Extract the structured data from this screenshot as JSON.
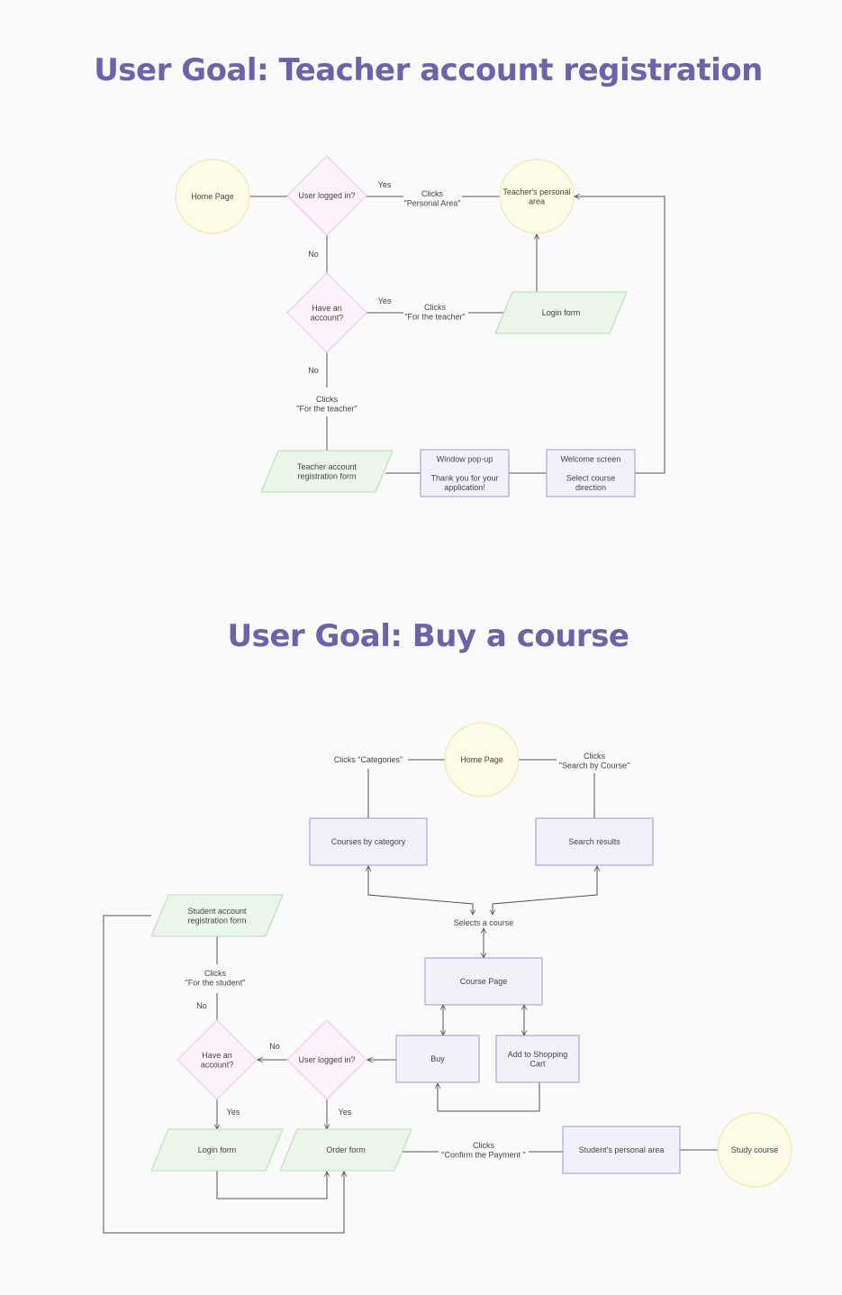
{
  "sections": [
    {
      "title": "User Goal: Teacher account registration"
    },
    {
      "title": "User Goal: Buy a course"
    }
  ],
  "diagram": {
    "nodes": [
      {
        "id": "t_home",
        "shape": "circle",
        "lines": [
          "Home Page"
        ]
      },
      {
        "id": "t_logged",
        "shape": "diamond",
        "lines": [
          "User logged in?"
        ]
      },
      {
        "id": "t_area",
        "shape": "circle",
        "lines": [
          "Teacher's personal",
          "area"
        ]
      },
      {
        "id": "t_have",
        "shape": "diamond",
        "lines": [
          "Have an",
          "account?"
        ]
      },
      {
        "id": "t_login",
        "shape": "parallelogram",
        "lines": [
          "Login form"
        ]
      },
      {
        "id": "t_regform",
        "shape": "parallelogram",
        "lines": [
          "Teacher account",
          "registration form"
        ]
      },
      {
        "id": "t_popup",
        "shape": "rect",
        "lines": [
          "Window pop-up",
          "",
          "Thank you for your",
          "application!"
        ]
      },
      {
        "id": "t_welcome",
        "shape": "rect",
        "lines": [
          "Welcome screen",
          "",
          "Select course",
          "direction"
        ]
      },
      {
        "id": "b_home",
        "shape": "circle",
        "lines": [
          "Home Page"
        ]
      },
      {
        "id": "b_bycat",
        "shape": "rect",
        "lines": [
          "Courses by category"
        ]
      },
      {
        "id": "b_search",
        "shape": "rect",
        "lines": [
          "Search results"
        ]
      },
      {
        "id": "b_coursepage",
        "shape": "rect",
        "lines": [
          "Course Page"
        ]
      },
      {
        "id": "b_buy",
        "shape": "rect",
        "lines": [
          "Buy"
        ]
      },
      {
        "id": "b_cart",
        "shape": "rect",
        "lines": [
          "Add to Shopping",
          "Cart"
        ]
      },
      {
        "id": "b_logged",
        "shape": "diamond",
        "lines": [
          "User logged in?"
        ]
      },
      {
        "id": "b_have",
        "shape": "diamond",
        "lines": [
          "Have an",
          "account?"
        ]
      },
      {
        "id": "b_studreg",
        "shape": "parallelogram",
        "lines": [
          "Student account",
          "registration form"
        ]
      },
      {
        "id": "b_login",
        "shape": "parallelogram",
        "lines": [
          "Login form"
        ]
      },
      {
        "id": "b_order",
        "shape": "parallelogram",
        "lines": [
          "Order form"
        ]
      },
      {
        "id": "b_studarea",
        "shape": "rect",
        "lines": [
          "Student's personal area"
        ]
      },
      {
        "id": "b_study",
        "shape": "circle",
        "lines": [
          "Study course"
        ]
      }
    ],
    "labels": [
      {
        "id": "lt_yes1",
        "lines": [
          "Yes"
        ]
      },
      {
        "id": "lt_clicks_pa",
        "lines": [
          "Clicks",
          "\"Personal Area\""
        ]
      },
      {
        "id": "lt_no1",
        "lines": [
          "No"
        ]
      },
      {
        "id": "lt_yes2",
        "lines": [
          "Yes"
        ]
      },
      {
        "id": "lt_clicks_teacher1",
        "lines": [
          "Clicks",
          "\"For the teacher\""
        ]
      },
      {
        "id": "lt_no2",
        "lines": [
          "No"
        ]
      },
      {
        "id": "lt_clicks_teacher2",
        "lines": [
          "Clicks",
          "\"For the teacher\""
        ]
      },
      {
        "id": "lb_clicks_cat",
        "lines": [
          "Clicks \"Categories\""
        ]
      },
      {
        "id": "lb_clicks_search",
        "lines": [
          "Clicks",
          "\"Search by Course\""
        ]
      },
      {
        "id": "lb_selects",
        "lines": [
          "Selects a course"
        ]
      },
      {
        "id": "lb_clicks_student",
        "lines": [
          "Clicks",
          "\"For the student\""
        ]
      },
      {
        "id": "lb_no_a",
        "lines": [
          "No"
        ]
      },
      {
        "id": "lb_no_b",
        "lines": [
          "No"
        ]
      },
      {
        "id": "lb_yes_a",
        "lines": [
          "Yes"
        ]
      },
      {
        "id": "lb_yes_b",
        "lines": [
          "Yes"
        ]
      },
      {
        "id": "lb_clicks_confirm",
        "lines": [
          "Clicks",
          "\"Confirm the Payment \""
        ]
      }
    ]
  }
}
